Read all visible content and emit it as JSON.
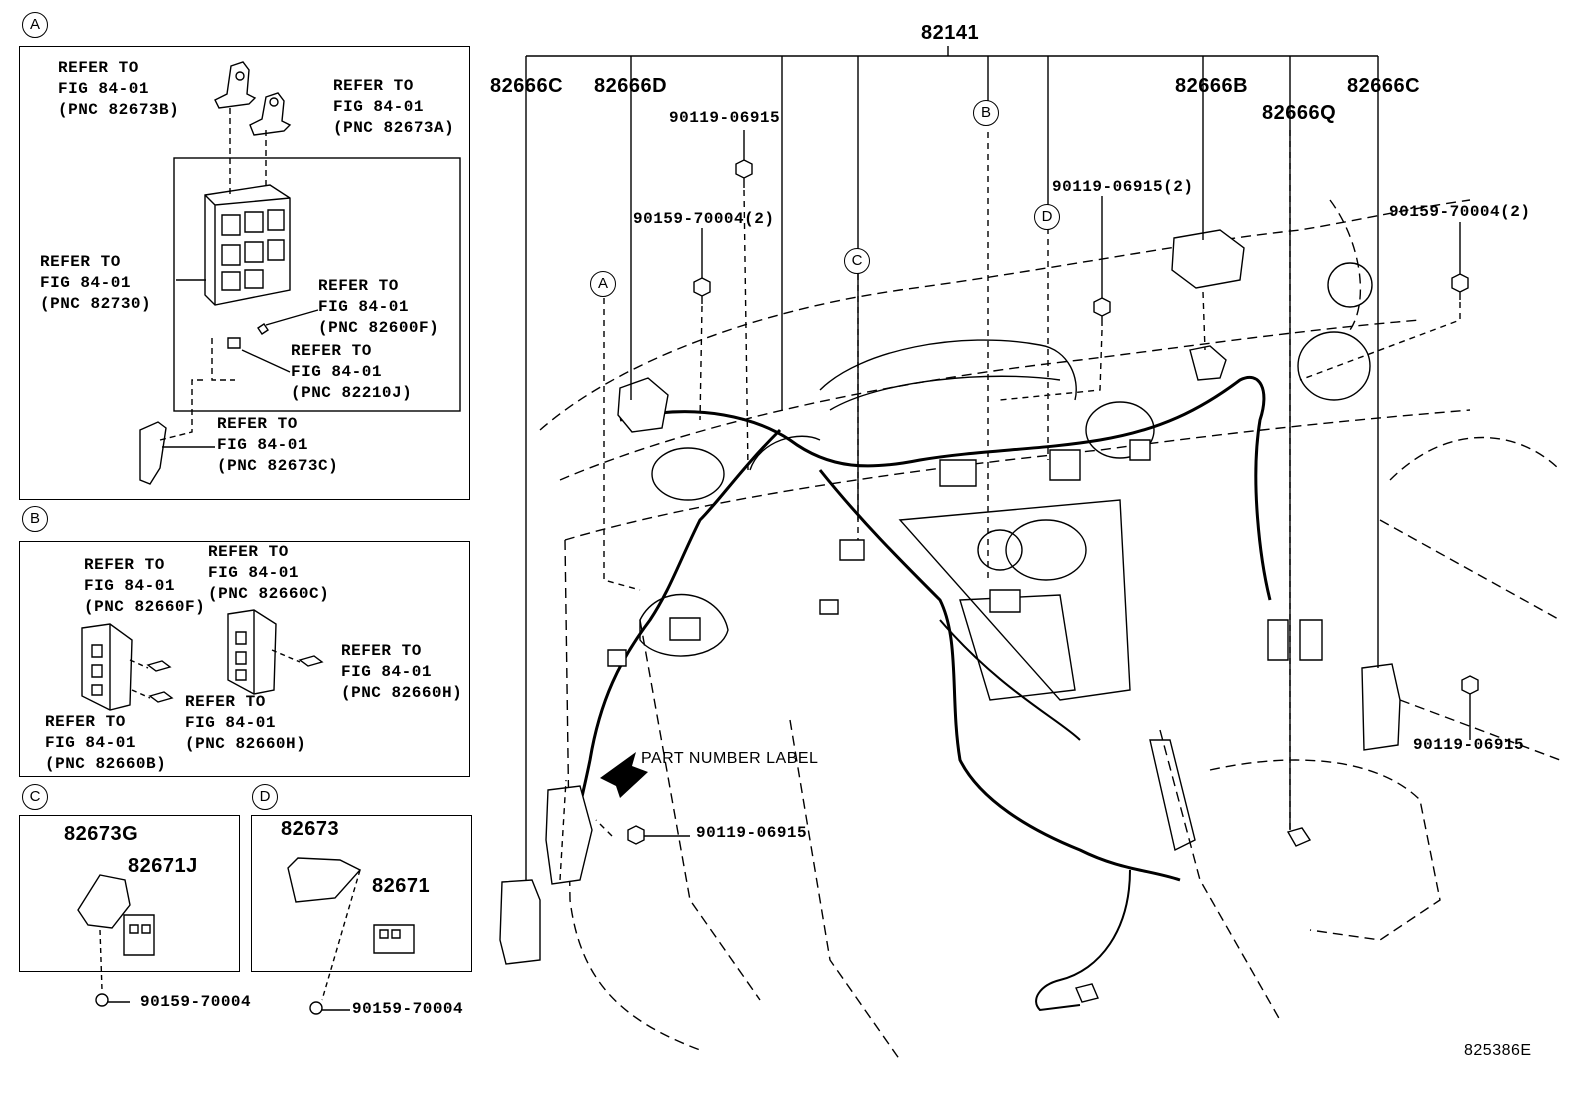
{
  "section_markers": {
    "a": "A",
    "b": "B",
    "c": "C",
    "d": "D"
  },
  "panel_a": {
    "ref_82673b": "REFER TO\nFIG 84-01\n(PNC 82673B)",
    "ref_82673a": "REFER TO\nFIG 84-01\n(PNC 82673A)",
    "ref_82730": "REFER TO\nFIG 84-01\n(PNC 82730)",
    "ref_82600f": "REFER TO\nFIG 84-01\n(PNC 82600F)",
    "ref_82210j": "REFER TO\nFIG 84-01\n(PNC 82210J)",
    "ref_82673c": "REFER TO\nFIG 84-01\n(PNC 82673C)"
  },
  "panel_b": {
    "ref_82660f": "REFER TO\nFIG 84-01\n(PNC 82660F)",
    "ref_82660c": "REFER TO\nFIG 84-01\n(PNC 82660C)",
    "ref_82660h_right": "REFER TO\nFIG 84-01\n(PNC 82660H)",
    "ref_82660h_mid": "REFER TO\nFIG 84-01\n(PNC 82660H)",
    "ref_82660b": "REFER TO\nFIG 84-01\n(PNC 82660B)"
  },
  "panel_c": {
    "part_82673g": "82673G",
    "part_82671j": "82671J",
    "bolt": "90159-70004"
  },
  "panel_d": {
    "part_82673": "82673",
    "part_82671": "82671",
    "bolt": "90159-70004"
  },
  "main": {
    "harness": "82141",
    "cover_82666c_left": "82666C",
    "cover_82666d": "82666D",
    "cover_82666b": "82666B",
    "cover_82666q": "82666Q",
    "cover_82666c_right": "82666C",
    "bolt_90119_top": "90119-06915",
    "bolt_90159_2_left": "90159-70004(2)",
    "bolt_90119_2": "90119-06915(2)",
    "bolt_90159_2_right": "90159-70004(2)",
    "bolt_90119_right": "90119-06915",
    "bolt_90119_bottom": "90119-06915",
    "part_number_label": "PART NUMBER LABEL",
    "figure_id": "825386E"
  }
}
